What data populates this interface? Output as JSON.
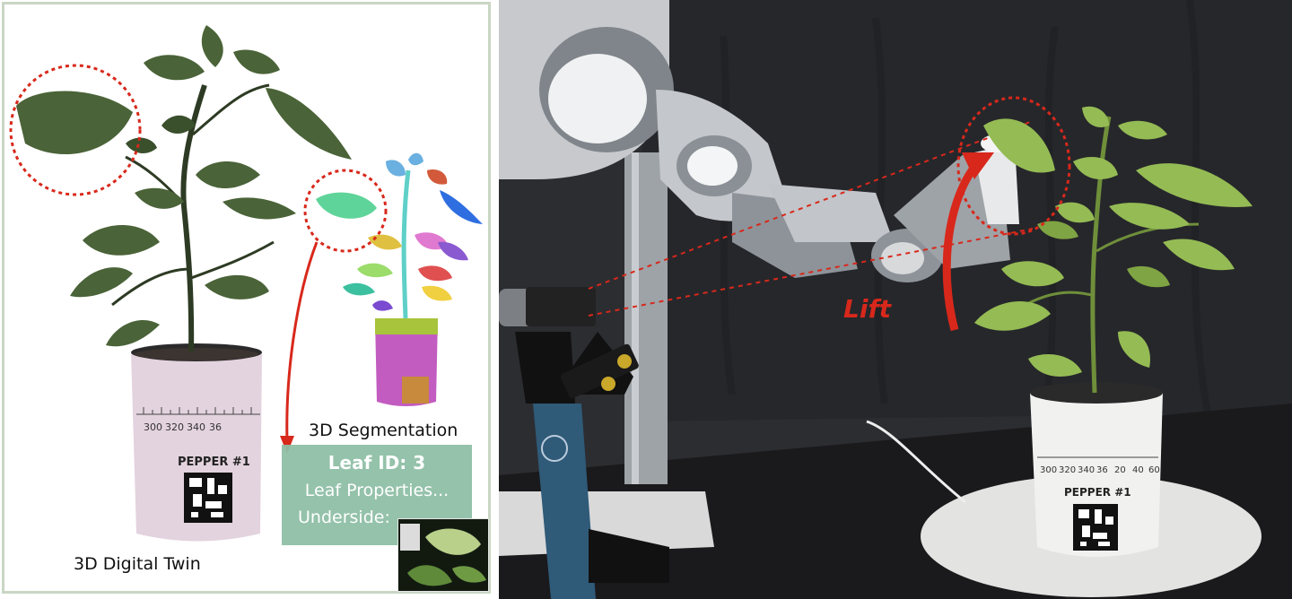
{
  "left_panel": {
    "digital_twin_label": "3D Digital Twin",
    "segmentation_label": "3D Segmentation",
    "pot": {
      "scale_numbers": [
        "300",
        "320",
        "340",
        "36"
      ],
      "pot_label": "PEPPER #1"
    },
    "info_card": {
      "leaf_id": "Leaf ID: 3",
      "properties_text": "Leaf Properties...",
      "underside_text": "Underside:"
    }
  },
  "right_panel": {
    "lift_label": "Lift",
    "pot": {
      "scale_numbers": [
        "300",
        "320",
        "340",
        "36",
        "20",
        "40",
        "60"
      ],
      "pot_label": "PEPPER #1"
    }
  },
  "colors": {
    "annotation_red": "#d8281b",
    "card_green": "#8fbfa6",
    "frame_green": "#c9d6c4",
    "leaf_green": "#3e5a2c",
    "live_leaf_green": "#8fb54a"
  }
}
